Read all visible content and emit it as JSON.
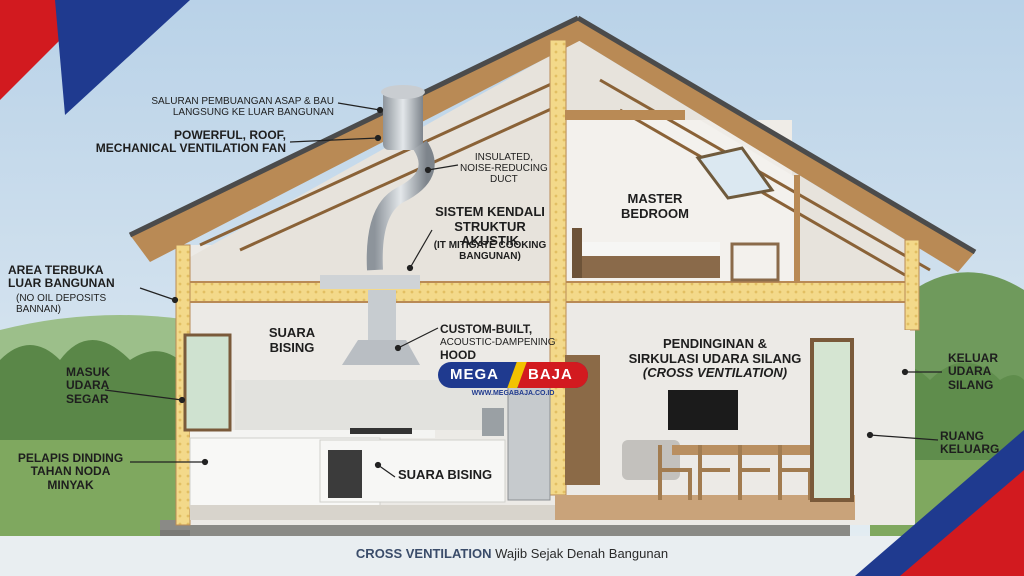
{
  "colors": {
    "brand_blue": "#1f3a8f",
    "brand_red": "#d21a1f",
    "brand_yellow": "#f2c200",
    "insulation": "#f3d98a",
    "timber": "#b98a55"
  },
  "labels": {
    "exhaust_duct": "SALURAN PEMBUANGAN ASAP & BAU\nLANGSUNG KE LUAR BANGUNAN",
    "roof_fan": "POWERFUL, ROOF,\nMECHANICAL VENTILATION FAN",
    "insulated_duct": "INSULATED,\nNOISE-REDUCING\nDUCT",
    "acoustic_control": "SISTEM KENDALI\nSTRUKTUR AKUSTIK",
    "acoustic_control_sub": "(IT MITIGATE COOKING\nBANGUNAN)",
    "master_bedroom": "MASTER\nBEDROOM",
    "open_area": "AREA TERBUKA\nLUAR BANGUNAN",
    "open_area_sub": "(NO OIL DEPOSITS\nBANNAN)",
    "noise_upper": "SUARA\nBISING",
    "hood": "CUSTOM-BUILT,",
    "hood_sub": "ACOUSTIC-DAMPENING",
    "hood_word": "HOOD",
    "cooling": "PENDINGINAN &\nSIRKULASI  UDARA SILANG",
    "cross_vent_italic": "(CROSS VENTILATION)",
    "fresh_air_in": "MASUK\nUDARA\nSEGAR",
    "air_out": "KELUAR\nUDARA\nSILANG",
    "outdoor_room": "RUANG\nKELUARG",
    "wall_coating": "PELAPIS DINDING\nTAHAN NODA\nMINYAK",
    "noise_lower": "SUARA BISING"
  },
  "logo": {
    "left_word": "MEGA",
    "right_word": "BAJA",
    "url": "WWW.MEGABAJA.CO.ID"
  },
  "caption": {
    "highlight": "CROSS VENTILATION",
    "rest": " Wajib Sejak Denah Bangunan"
  }
}
